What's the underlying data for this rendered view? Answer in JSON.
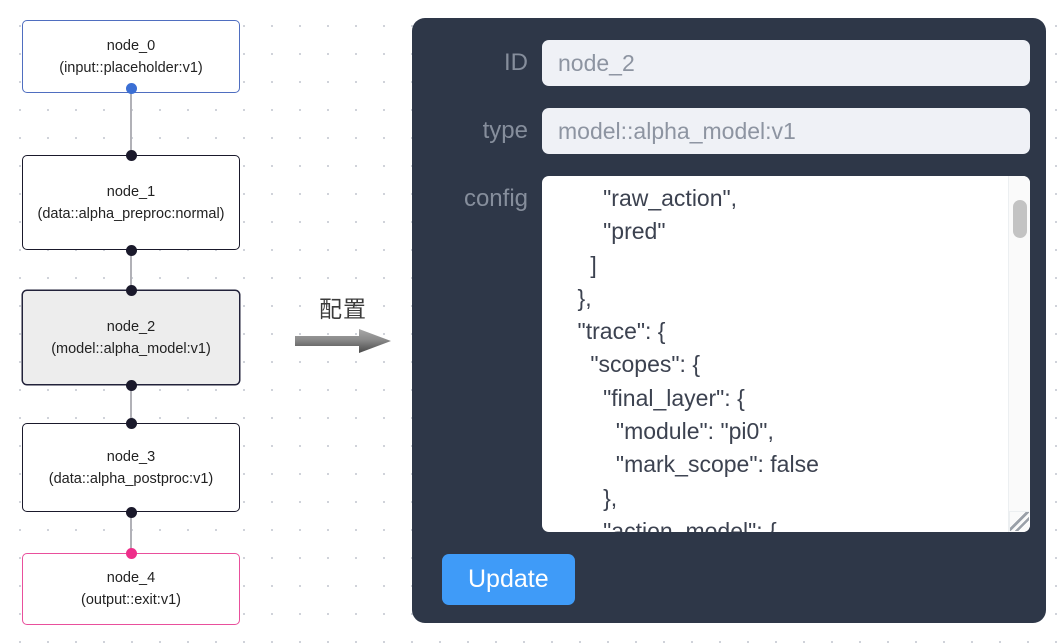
{
  "graph": {
    "nodes": [
      {
        "id": "node_0",
        "title": "node_0",
        "subtitle": "(input::placeholder:v1)",
        "state": "input"
      },
      {
        "id": "node_1",
        "title": "node_1",
        "subtitle": "(data::alpha_preproc:normal)",
        "state": "default"
      },
      {
        "id": "node_2",
        "title": "node_2",
        "subtitle": "(model::alpha_model:v1)",
        "state": "selected"
      },
      {
        "id": "node_3",
        "title": "node_3",
        "subtitle": "(data::alpha_postproc:v1)",
        "state": "default"
      },
      {
        "id": "node_4",
        "title": "node_4",
        "subtitle": "(output::exit:v1)",
        "state": "output"
      }
    ],
    "edges": [
      {
        "from": "node_0",
        "to": "node_1"
      },
      {
        "from": "node_1",
        "to": "node_2"
      },
      {
        "from": "node_2",
        "to": "node_3"
      },
      {
        "from": "node_3",
        "to": "node_4"
      }
    ],
    "colors": {
      "input_border": "#4f6ec0",
      "output_border": "#e94f9c",
      "default_border": "#1a192b",
      "selected_fill": "#ededed",
      "edge": "#b1b1b7",
      "handle": "#1a192b",
      "handle_input": "#3b6fd4",
      "handle_output": "#ee2e8a"
    }
  },
  "annotation": {
    "label": "配置",
    "arrow_icon": "arrow-right-icon"
  },
  "panel": {
    "background_color": "#2e3748",
    "fields": {
      "id": {
        "label": "ID",
        "value": "node_2",
        "placeholder": "node_2"
      },
      "type": {
        "label": "type",
        "value": "model::alpha_model:v1",
        "placeholder": "model::alpha_model:v1"
      },
      "config": {
        "label": "config",
        "value": "        \"raw_action\",\n        \"pred\"\n      ]\n    },\n    \"trace\": {\n      \"scopes\": {\n        \"final_layer\": {\n          \"module\": \"pi0\",\n          \"mark_scope\": false\n        },\n        \"action_model\": {"
      }
    },
    "update_button": {
      "label": "Update",
      "color": "#3f9bf8"
    },
    "scrollbar": {
      "thumb_color": "#c3c3c3"
    }
  }
}
